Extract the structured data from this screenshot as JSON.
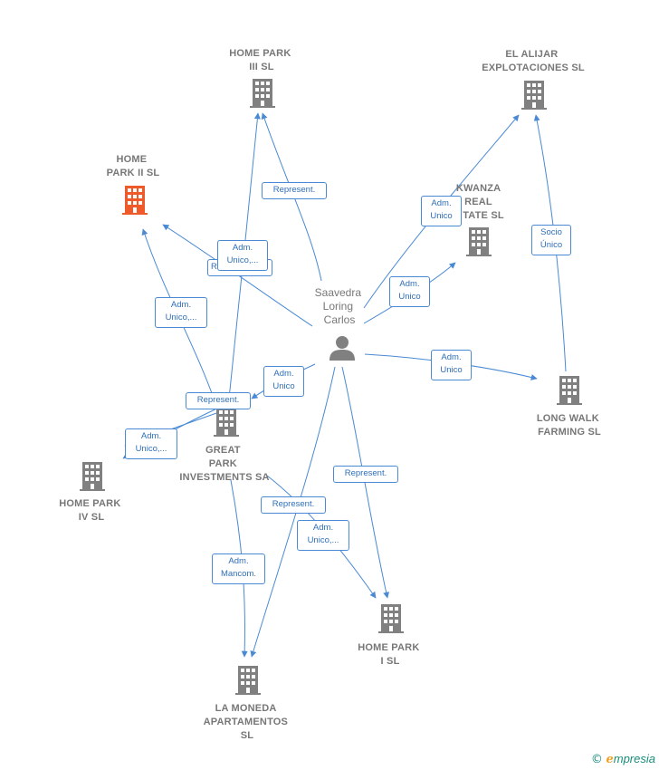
{
  "person": {
    "label_lines": [
      "Saavedra",
      "Loring",
      "Carlos"
    ]
  },
  "companies": {
    "home_park_iii": {
      "label_lines": [
        "HOME PARK",
        "III  SL"
      ]
    },
    "el_alijar": {
      "label_lines": [
        "EL ALIJAR",
        "EXPLOTACIONES SL"
      ]
    },
    "home_park_ii": {
      "label_lines": [
        "HOME",
        "PARK II  SL"
      ]
    },
    "kwanza": {
      "label_lines": [
        "KWANZA",
        "REAL",
        "TATE  SL"
      ]
    },
    "great_park": {
      "label_lines": [
        "GREAT",
        "PARK",
        "INVESTMENTS SA"
      ]
    },
    "long_walk": {
      "label_lines": [
        "LONG WALK",
        "FARMING  SL"
      ]
    },
    "home_park_iv": {
      "label_lines": [
        "HOME PARK",
        "IV  SL"
      ]
    },
    "home_park_i": {
      "label_lines": [
        "HOME PARK",
        "I  SL"
      ]
    },
    "la_moneda": {
      "label_lines": [
        "LA MONEDA",
        "APARTAMENTOS",
        "SL"
      ]
    }
  },
  "edge_labels": {
    "represent_hp3": "Represent.",
    "adm_unico_kwanza_top": "Adm.\nUnico",
    "adm_unico_hp2_a": "Adm.\nUnico,...",
    "represent_hp2_hidden": "R",
    "adm_unico_kwanza": "Adm.\nUnico",
    "socio_unico": "Socio\nÚnico",
    "adm_unico_hp2_b": "Adm.\nUnico,...",
    "adm_unico_great": "Adm.\nUnico",
    "adm_unico_longwalk": "Adm.\nUnico",
    "represent_great": "Represent.",
    "adm_unico_hp4": "Adm.\nUnico,...",
    "represent_hp1": "Represent.",
    "represent_moneda": "Represent.",
    "adm_unico_hp1": "Adm.\nUnico,...",
    "adm_mancom": "Adm.\nMancom."
  },
  "colors": {
    "edge": "#4a8ad4",
    "building": "#808080",
    "building_highlight": "#f05a2a",
    "person": "#808080"
  },
  "brand": {
    "copyright": "©",
    "e": "e",
    "rest": "mpresia"
  }
}
